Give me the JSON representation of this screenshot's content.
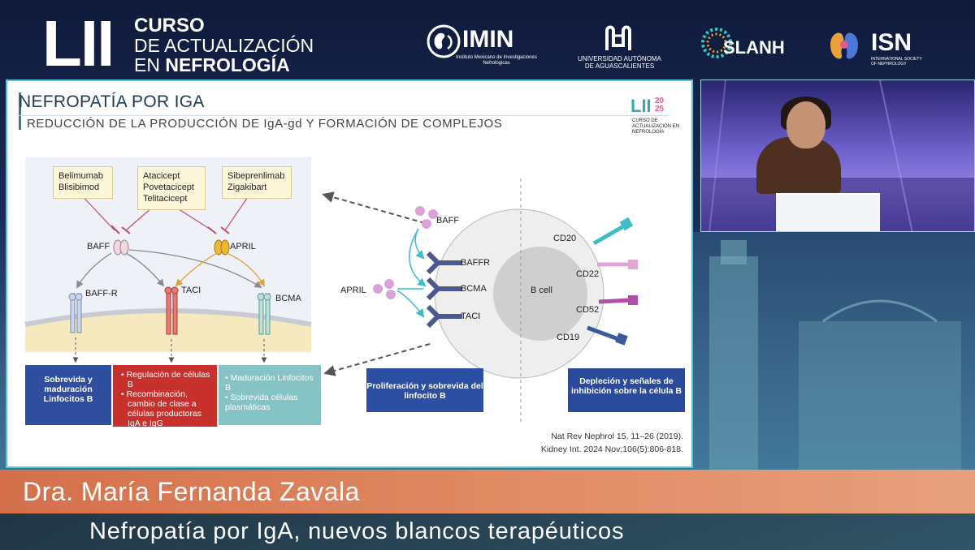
{
  "header": {
    "roman": "LII",
    "course_line1": "CURSO",
    "course_line2": "DE ACTUALIZACIÓN",
    "course_line3_pre": "EN ",
    "course_line3_bold": "NEFROLOGÍA",
    "logos": {
      "imin_name": "IMIN",
      "imin_sub": "Instituto Mexicano de Investigaciones Nefrológicas",
      "uaa_name": "UNIVERSIDAD AUTÓNOMA DE AGUASCALIENTES",
      "slanh_name": "SLANH",
      "isn_name": "ISN",
      "isn_sub": "INTERNATIONAL SOCIETY OF NEPHROLOGY"
    }
  },
  "slide": {
    "title": "NEFROPATÍA POR IGA",
    "subtitle": "REDUCCIÓN DE LA PRODUCCIÓN DE IgA-gd Y FORMACIÓN DE COMPLEJOS",
    "event_logo": {
      "big": "LII",
      "year_top": "20",
      "year_bottom": "25",
      "text": "CURSO DE ACTUALIZACIÓN EN NEFROLOGÍA"
    },
    "drugs": [
      {
        "line1": "Belimumab",
        "line2": "Blisibimod",
        "line3": ""
      },
      {
        "line1": "Atacicept",
        "line2": "Povetacicept",
        "line3": "Telitacicept"
      },
      {
        "line1": "Sibeprenlimab",
        "line2": "Zigakibart",
        "line3": ""
      }
    ],
    "ligands": {
      "baff": "BAFF",
      "april": "APRIL"
    },
    "receptors": {
      "baffr": "BAFF-R",
      "taci": "TACI",
      "bcma": "BCMA"
    },
    "results": {
      "blue": "Sobrevida y maduración Linfocitos B",
      "red": [
        "Regulación de células B",
        "Recombinación, cambio de clase a células productoras IgA e IgG"
      ],
      "teal": [
        "Maduración Linfocitos B",
        "Sobrevida células plasmáticas"
      ]
    },
    "cell": {
      "label": "B cell",
      "baff": "BAFF",
      "april": "APRIL",
      "receptors": [
        "BAFFR",
        "BCMA",
        "TACI"
      ],
      "markers": [
        "CD20",
        "CD22",
        "CD52",
        "CD19"
      ],
      "box_left": "Proliferación y sobrevida del linfocito B",
      "box_right": "Depleción y señales de inhibición sobre la célula B"
    },
    "refs": [
      "Nat Rev Nephrol 15, 11–26 (2019).",
      "Kidney Int. 2024 Nov;106(5):806-818."
    ]
  },
  "lower_third": {
    "speaker": "Dra. María Fernanda Zavala",
    "talk_title": "Nefropatía por IgA, nuevos blancos terapéuticos"
  },
  "colors": {
    "accent_teal": "#4ec9d7",
    "lower_third": "#e08a62",
    "result_blue": "#2f4f9e",
    "result_red": "#c8302c",
    "result_teal": "#85c3c4"
  }
}
